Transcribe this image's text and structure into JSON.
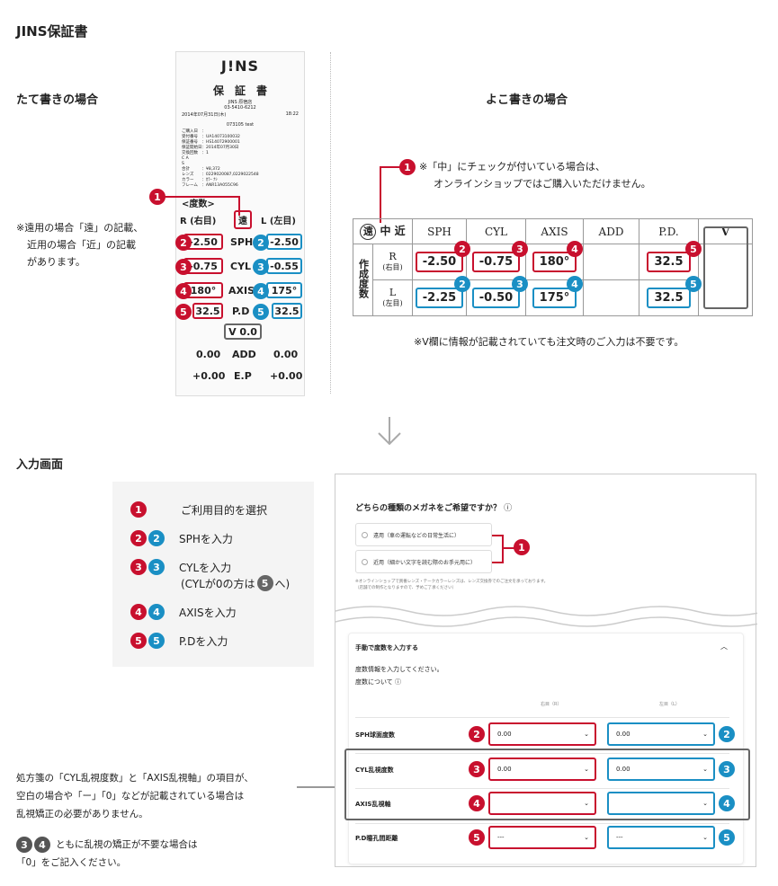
{
  "page_title": "JINS保証書",
  "vertical": {
    "heading": "たて書きの場合",
    "note": [
      "※遠用の場合「遠」の記載、",
      "近用の場合「近」の記載",
      "があります。"
    ],
    "receipt": {
      "logo": "J!NS",
      "title": "保　証　書",
      "store": "JINS 原宿店",
      "tel": "03-5410-6212",
      "date": "2014年07月31日(木)",
      "time": "18:22",
      "code": "073105 test",
      "info_lines": [
        "ご購入日　：",
        "受付番号　：UA14073100032",
        "保証番号　：HS14072900001",
        "保証開始日：2014年07月30日",
        "交換回数　：1",
        "C A",
        "S",
        "合計　　　：¥8,372",
        "レンズ　　：0229020087,0229022548",
        "カラー　　：ｶﾗｰ ﾅｼ",
        "フレーム　：ANR13A055C96"
      ],
      "section_label": "<度数>",
      "r_label": "R (右目)",
      "mode": "遠",
      "l_label": "L (左目)",
      "rows": [
        {
          "label": "SPH",
          "r": "-2.50",
          "l": "-2.50",
          "num": "2"
        },
        {
          "label": "CYL",
          "r": "-0.75",
          "l": "-0.55",
          "num": "3"
        },
        {
          "label": "AXIS",
          "r": "180°",
          "l": "175°",
          "num": "4"
        },
        {
          "label": "P.D",
          "r": "32.5",
          "l": "32.5",
          "num": "5"
        }
      ],
      "v_value": "V 0.0",
      "add_row": {
        "r": "0.00",
        "label": "ADD",
        "l": "0.00"
      },
      "ep_row": {
        "r": "+0.00",
        "label": "E.P",
        "l": "+0.00"
      }
    }
  },
  "horizontal": {
    "heading": "よこ書きの場合",
    "callout": [
      "※「中」にチェックが付いている場合は、",
      "オンラインショップではご購入いただけません。"
    ],
    "table": {
      "mode_circled": "遠",
      "mode_rest": "中 近",
      "headers": [
        "SPH",
        "CYL",
        "AXIS",
        "ADD",
        "P.D.",
        "V"
      ],
      "side_label": "作成度数",
      "r_label": "R",
      "r_sub": "(右目)",
      "l_label": "L",
      "l_sub": "(左目)",
      "r_values": [
        "-2.50",
        "-0.75",
        "180°",
        "",
        "32.5"
      ],
      "l_values": [
        "-2.25",
        "-0.50",
        "175°",
        "",
        "32.5"
      ]
    },
    "footnote": "※V欄に情報が記載されていても注文時のご入力は不要です。"
  },
  "input_section": {
    "heading": "入力画面",
    "legend": [
      {
        "nums": [
          "1"
        ],
        "text": "ご利用目的を選択"
      },
      {
        "nums": [
          "2",
          "2"
        ],
        "text": "SPHを入力"
      },
      {
        "nums": [
          "3",
          "3"
        ],
        "text": "CYLを入力",
        "sub": "(CYLが0の方は",
        "sub_num": "5",
        "sub_tail": "へ)"
      },
      {
        "nums": [
          "4",
          "4"
        ],
        "text": "AXISを入力"
      },
      {
        "nums": [
          "5",
          "5"
        ],
        "text": "P.Dを入力"
      }
    ],
    "side_note": [
      "処方箋の「CYL乱視度数」と「AXIS乱視軸」の項目が、",
      "空白の場合や「ー」「0」などが記載されている場合は",
      "乱視矯正の必要がありません。"
    ],
    "side_note2_tail": "ともに乱視の矯正が不要な場合は",
    "side_note3": "「0」をご記入ください。",
    "form": {
      "question": "どちらの種類のメガネをご希望ですか？",
      "options": [
        "遠用（車の運転などの日常生活に）",
        "近用（細かい文字を読む際のお手元用に）"
      ],
      "fine_print": [
        "※オンラインショップで買養レンズ・テークカラーレンズは、レンズ交換券でのご注文を承っております。",
        "（店舗での制作となりますので、予めご了承ください）"
      ],
      "manual_title": "手動で度数を入力する",
      "manual_desc": "度数情報を入力してください。",
      "about_link": "度数について",
      "col_r": "右目（R）",
      "col_l": "左目（L）",
      "fields": [
        {
          "label": "SPH球面度数",
          "r": "0.00",
          "l": "0.00",
          "num": "2"
        },
        {
          "label": "CYL乱視度数",
          "r": "0.00",
          "l": "0.00",
          "num": "3"
        },
        {
          "label": "AXIS乱視軸",
          "r": "",
          "l": "",
          "num": "4"
        },
        {
          "label": "P.D瞳孔間距離",
          "r": "---",
          "l": "---",
          "num": "5"
        }
      ]
    }
  },
  "colors": {
    "red": "#c8102e",
    "blue": "#1a8fc4",
    "gray": "#666666"
  }
}
